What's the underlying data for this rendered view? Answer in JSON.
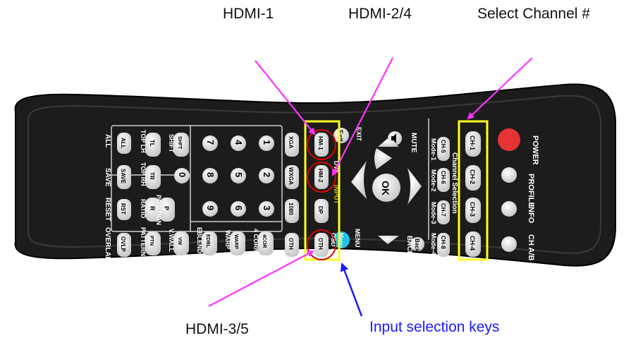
{
  "callouts": {
    "hdmi1": "HDMI-1",
    "hdmi24": "HDMI-2/4",
    "select_channel": "Select Channel #",
    "hdmi35": "HDMI-3/5",
    "input_selection": "Input selection keys"
  },
  "colors": {
    "arrow_magenta": "#ff33ff",
    "arrow_blue": "#1a1aff",
    "highlight_yellow": "#ffff22",
    "highlight_red": "#e00000",
    "power_red": "#e53333",
    "menu_cyan": "#22c3e8",
    "remote_body": "#1c1c1c"
  },
  "remote": {
    "power": "POWER",
    "profile": "PROFILE",
    "info": "INFO",
    "ch_ab": "CH A/B",
    "channel_keys": [
      "CH-1",
      "CH-2",
      "CH-3",
      "CH-4"
    ],
    "channel_selection": "Channel Selection",
    "mode_keys": [
      "CH-5",
      "CH-6",
      "CH-7",
      "CH-8"
    ],
    "mode_labels": [
      "Mode-1",
      "Mode-2",
      "Mode-3",
      "Mode-4"
    ],
    "mute": "MUTE",
    "exit": "EXIT",
    "exit_key": "Exit",
    "ok": "OK",
    "back": "BACK",
    "back_key": "Back",
    "menu": "MENU",
    "menu_key": "Menu",
    "osd_lock": "OSD Lock",
    "input": "INPUT",
    "dvi": "DVI",
    "hdmi_keys": [
      "HM-1",
      "HM-2",
      "DP",
      "OTH"
    ],
    "format_keys": [
      "XGA",
      "WXGA",
      "1080",
      "OTH"
    ],
    "numbers": [
      "1",
      "2",
      "3",
      "4",
      "5",
      "6",
      "7",
      "8",
      "9",
      "0"
    ],
    "lower_keys": [
      "4COR",
      "WARP",
      "EDBL",
      "VW",
      "PTN",
      "P",
      "R",
      "TR",
      "TL",
      "SHFT"
    ],
    "lower_labels": [
      "4 CORN",
      "WARP",
      "EBLEND",
      "V.WALL",
      "PATTERN",
      "POSITION",
      "RATIO",
      "TOP RH",
      "TOP LH",
      "SHIFT"
    ],
    "left_keys": [
      "ALL",
      "SAVE",
      "RST",
      "OVLP"
    ],
    "left_labels": [
      "ALL",
      "SAVE",
      "RESET",
      "OVERLAP"
    ]
  }
}
